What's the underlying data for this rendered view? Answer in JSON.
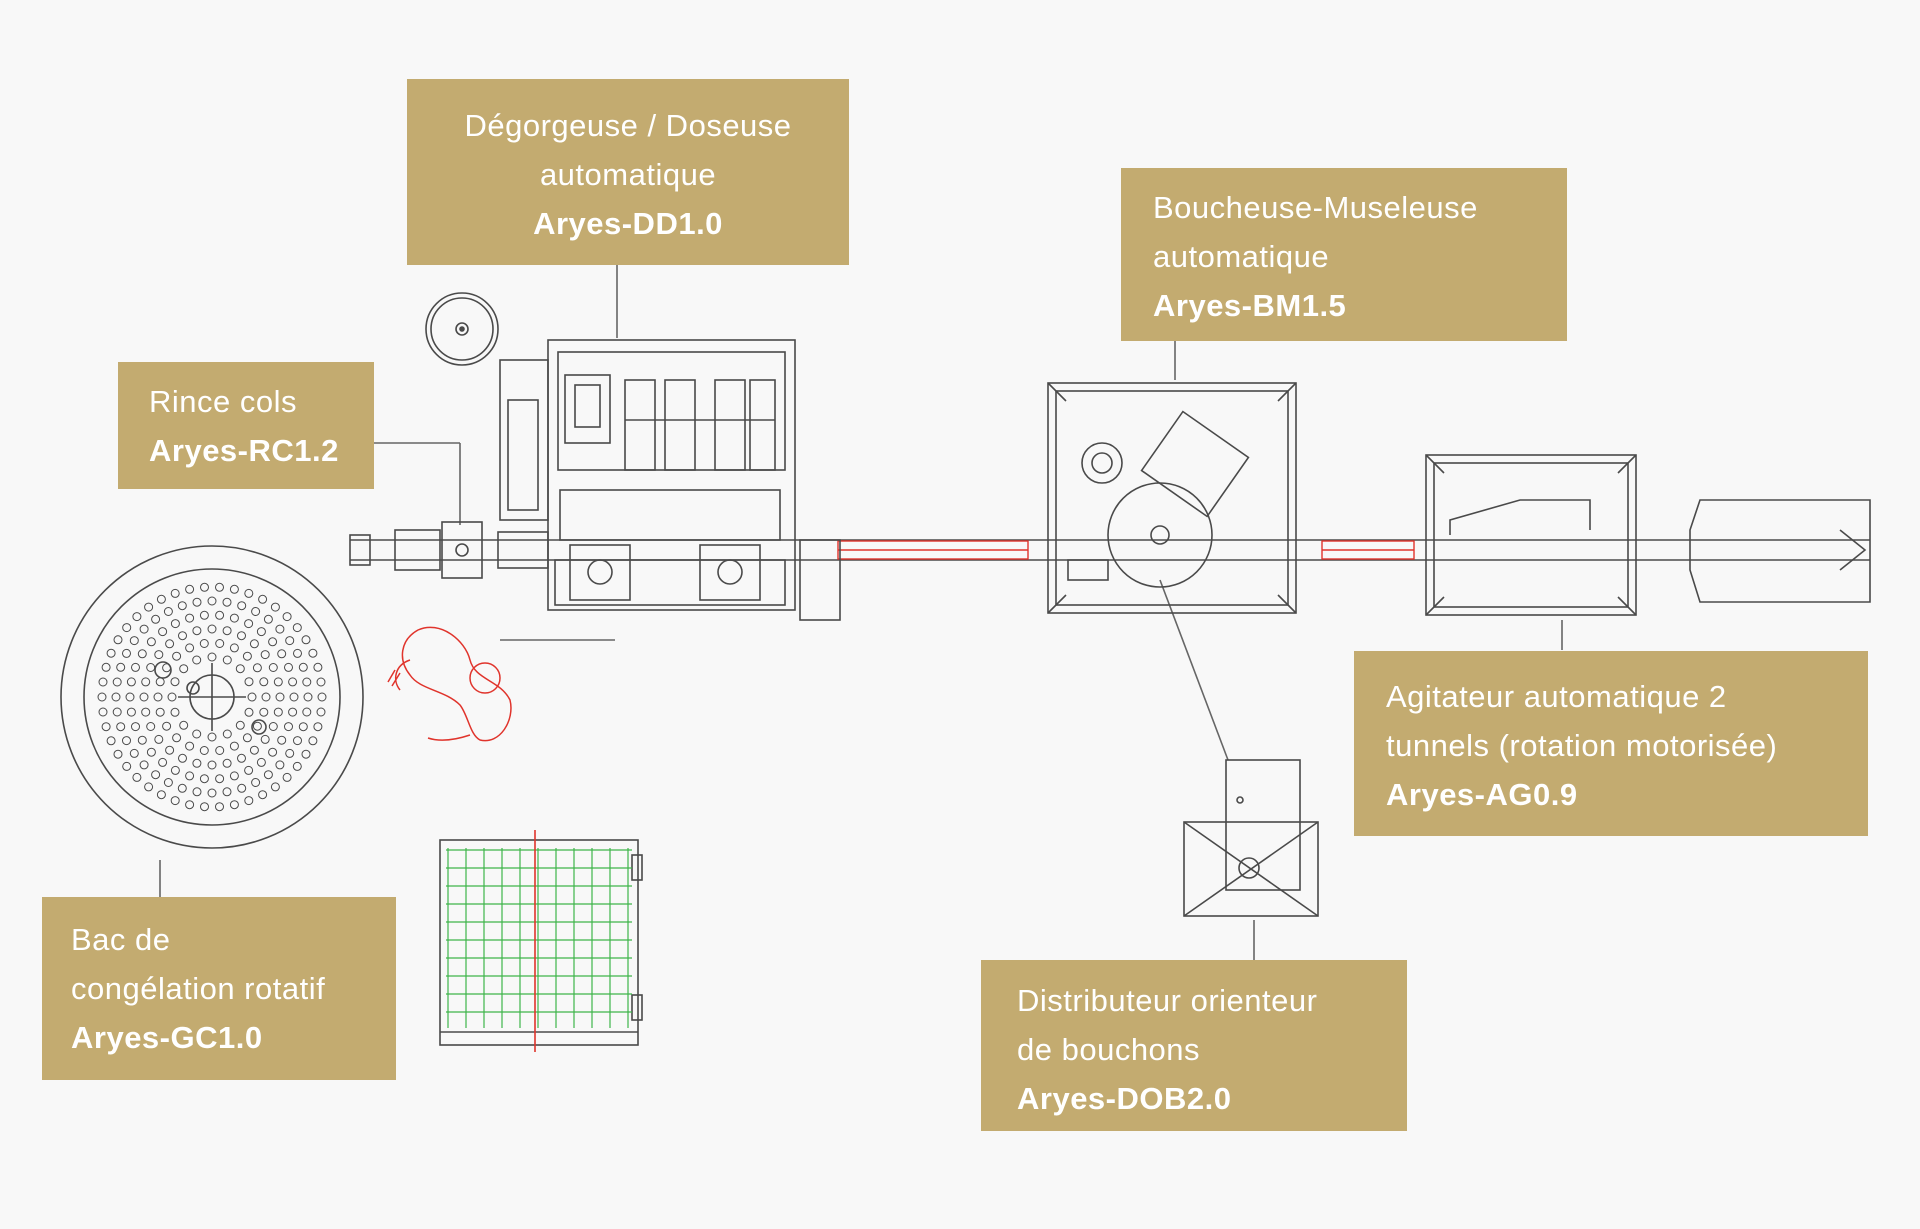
{
  "colors": {
    "background": "#f8f8f8",
    "label_bg": "#c3ab70",
    "label_text": "#ffffff",
    "line_art": "#4a4a4a",
    "highlight_red": "#e0342c",
    "grid_green": "#3fb54a"
  },
  "labels": {
    "dd": {
      "lines": [
        "Dégorgeuse / Doseuse",
        "automatique"
      ],
      "model": "Aryes-DD1.0"
    },
    "bm": {
      "lines": [
        "Boucheuse-Museleuse",
        "automatique"
      ],
      "model": "Aryes-BM1.5"
    },
    "rc": {
      "lines": [
        "Rince cols"
      ],
      "model": "Aryes-RC1.2"
    },
    "ag": {
      "lines": [
        "Agitateur automatique 2",
        "tunnels (rotation motorisée)"
      ],
      "model": "Aryes-AG0.9"
    },
    "gc": {
      "lines": [
        "Bac de",
        "congélation rotatif"
      ],
      "model": "Aryes-GC1.0"
    },
    "dob": {
      "lines": [
        "Distributeur orienteur",
        "de bouchons"
      ],
      "model": "Aryes-DOB2.0"
    }
  },
  "icons": {
    "operator": "operator-figure-icon",
    "freezer": "rotary-freezer-icon",
    "pallet": "pallet-crate-icon"
  }
}
